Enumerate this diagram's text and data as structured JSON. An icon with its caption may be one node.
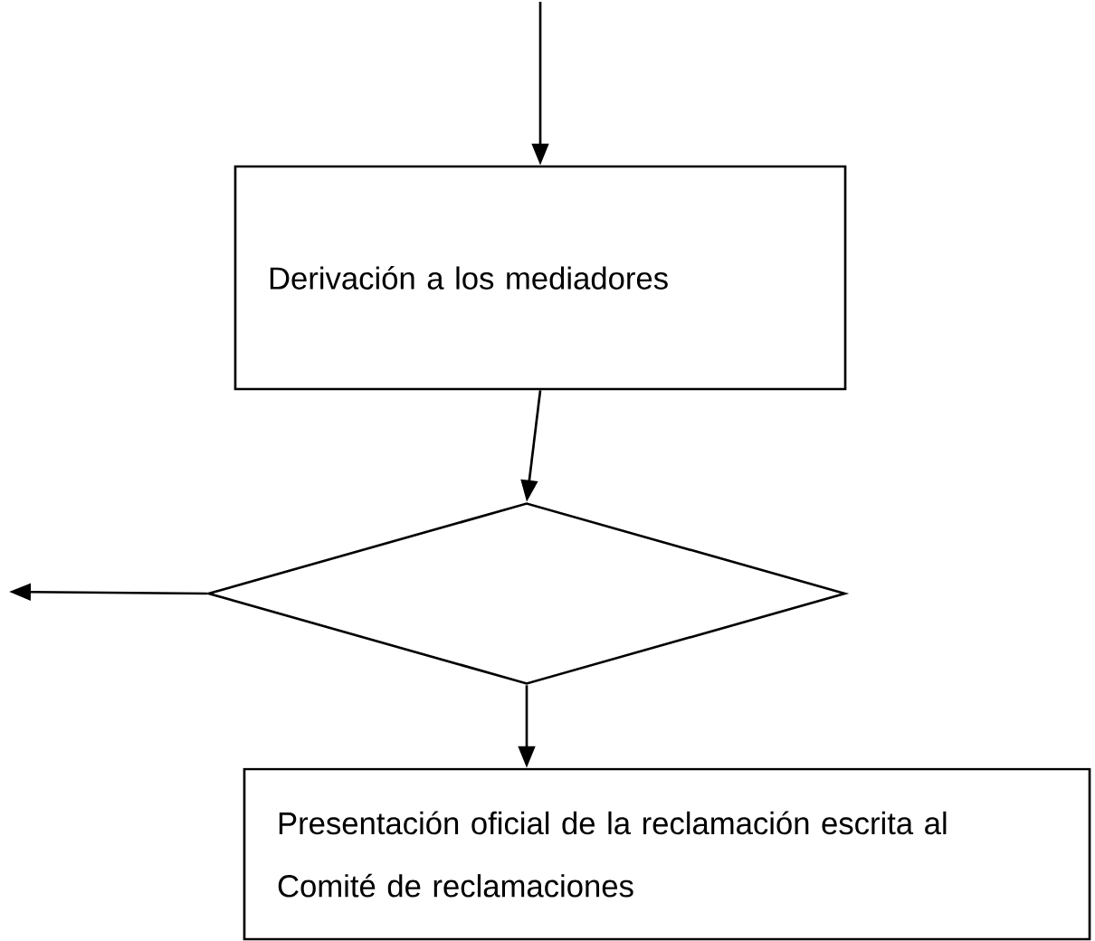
{
  "diagram": {
    "nodes": [
      {
        "text": [
          "Derivación a los mediadores"
        ]
      },
      {
        "text": [],
        "shape": "diamond"
      },
      {
        "text": [
          "Presentación oficial de la reclamación escrita al Comité de reclamaciones"
        ]
      }
    ],
    "edges": [
      {
        "from": null,
        "to": 0,
        "arrow": "to"
      },
      {
        "from": 0,
        "to": 1,
        "arrow": "to"
      },
      {
        "from": 1,
        "to": null,
        "arrow": "to"
      },
      {
        "from": 1,
        "to": 2,
        "arrow": "to"
      }
    ]
  }
}
